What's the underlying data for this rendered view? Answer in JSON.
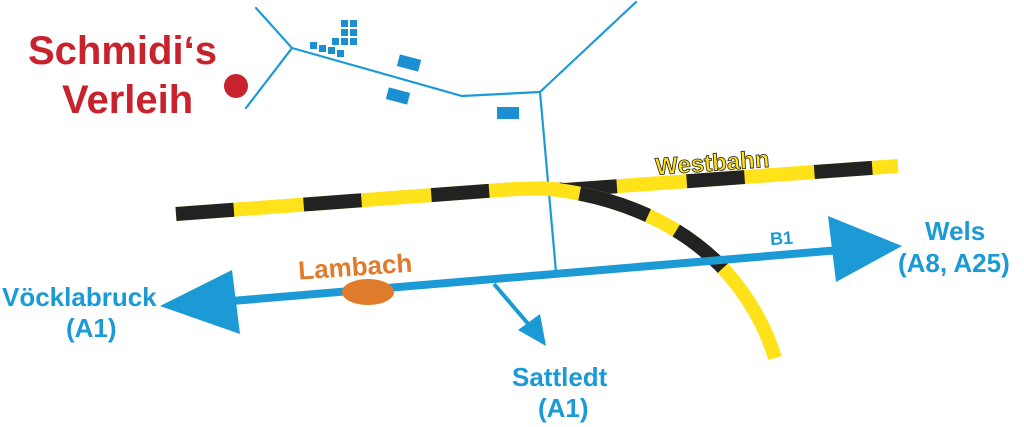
{
  "colors": {
    "road": "#1b9ad6",
    "business": "#c8232c",
    "rail_dark": "#222222",
    "rail_light": "#ffe21a",
    "town": "#e07b2c",
    "building": "#1b8fd1"
  },
  "business": {
    "line1": "Schmidi‘s",
    "line2": "Verleih"
  },
  "railway": {
    "name": "Westbahn"
  },
  "town": {
    "name": "Lambach"
  },
  "road": {
    "name": "B1"
  },
  "destinations": {
    "west": {
      "city": "Vöcklabruck",
      "road": "(A1)"
    },
    "east": {
      "city": "Wels",
      "road": "(A8, A25)"
    },
    "south": {
      "city": "Sattledt",
      "road": "(A1)"
    }
  }
}
